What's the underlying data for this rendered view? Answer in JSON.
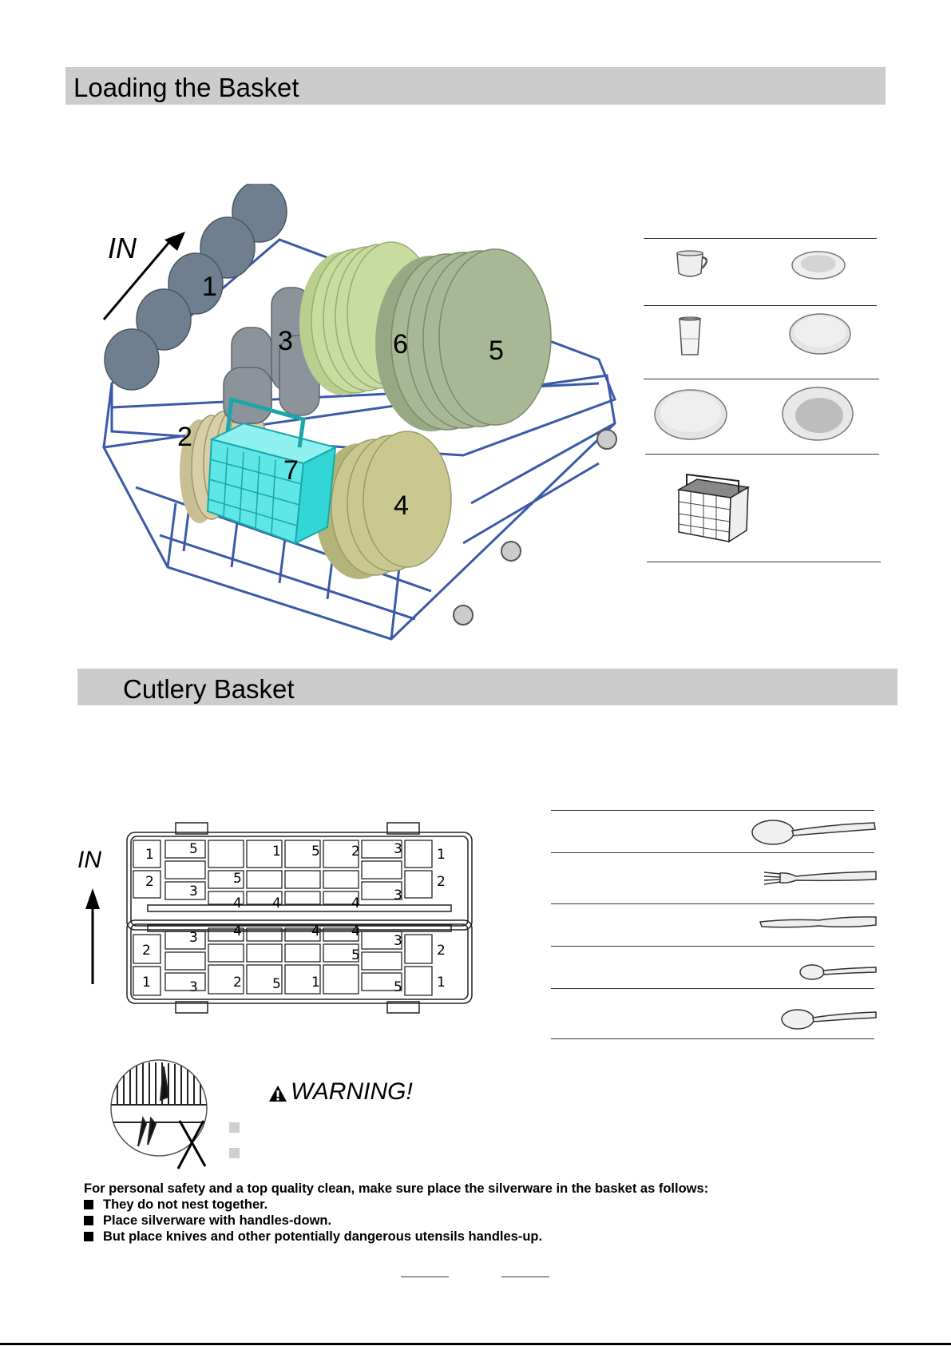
{
  "section1": {
    "title": "Loading the Basket"
  },
  "section2": {
    "title": "Cutlery Basket"
  },
  "basket_illustration": {
    "direction_label": "IN",
    "numbers": [
      "1",
      "2",
      "3",
      "4",
      "5",
      "6",
      "7"
    ]
  },
  "item_legend": {
    "items": [
      "cup-icon",
      "saucer-icon",
      "glass-icon",
      "dessert-plate-icon",
      "dinner-plate-icon",
      "soup-plate-icon",
      "cutlery-basket-icon"
    ]
  },
  "cutlery_grid": {
    "direction_label": "IN",
    "top_half": {
      "row1": [
        "1",
        "5",
        "",
        "1",
        "5",
        "2",
        "3",
        "1"
      ],
      "row2": [
        "2",
        "3",
        "5",
        "",
        "",
        "",
        "3",
        "2"
      ],
      "row3": [
        "",
        "",
        "4",
        "4",
        "",
        "4",
        "",
        ""
      ]
    },
    "bottom_half": {
      "row1": [
        "",
        "3",
        "4",
        "",
        "4",
        "4",
        "3",
        ""
      ],
      "row2": [
        "2",
        "",
        "",
        "",
        "",
        "5",
        "",
        "2"
      ],
      "row3": [
        "1",
        "3",
        "2",
        "5",
        "1",
        "",
        "5",
        "1"
      ]
    }
  },
  "cutlery_legend": {
    "items": [
      "soup-spoon-icon",
      "fork-icon",
      "knife-icon",
      "teaspoon-icon",
      "dessert-spoon-icon"
    ]
  },
  "warning": {
    "title": "WARNING!",
    "intro": "For personal safety and a top quality clean, make sure place the silverware in the basket as follows:",
    "bullets": [
      "They do not nest together.",
      "Place silverware with handles-down.",
      "But place knives and other potentially dangerous utensils handles-up."
    ]
  },
  "colors": {
    "section_bar": "#cccccc",
    "rack_wire": "#3a5aa8",
    "cutlery_basket": "#33d6d6",
    "cups": "#6f7f8f",
    "plate_green": "#c8dca0",
    "plate_sage": "#a8b896",
    "bowl_olive": "#c8c890",
    "plate_tan": "#d8cfa8"
  }
}
